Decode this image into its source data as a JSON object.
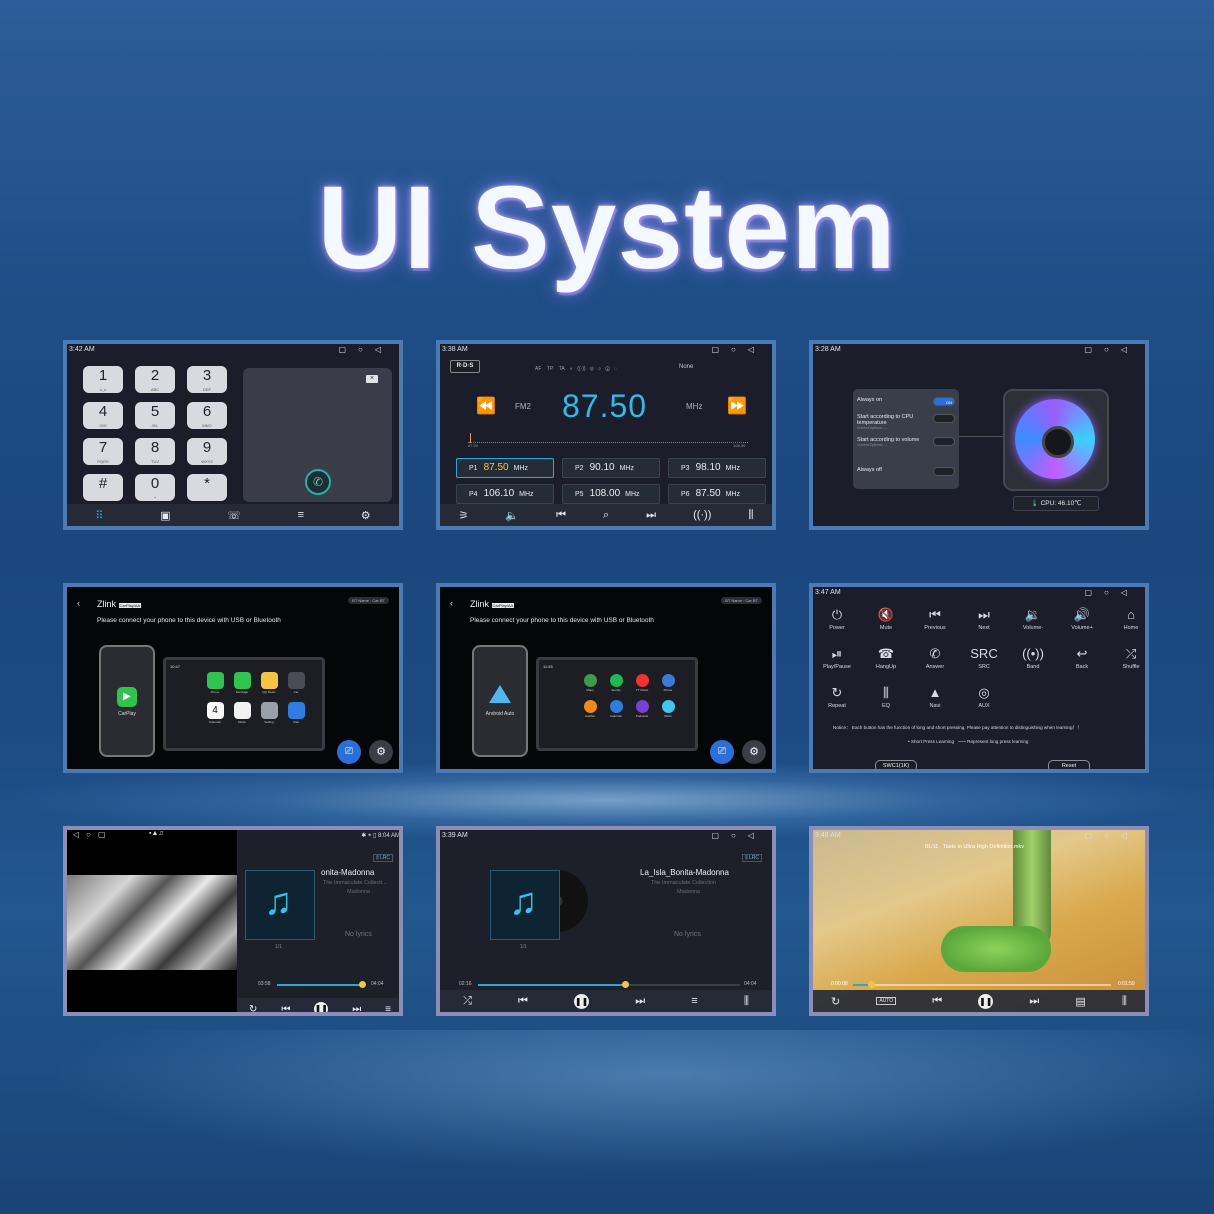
{
  "page_title": "UI System",
  "dialer": {
    "time": "3:42 AM",
    "keys": [
      {
        "num": "1",
        "sub": "o_o"
      },
      {
        "num": "2",
        "sub": "ABC"
      },
      {
        "num": "3",
        "sub": "DEF"
      },
      {
        "num": "4",
        "sub": "GHI"
      },
      {
        "num": "5",
        "sub": "JKL"
      },
      {
        "num": "6",
        "sub": "MNO"
      },
      {
        "num": "7",
        "sub": "PQRS"
      },
      {
        "num": "8",
        "sub": "TUV"
      },
      {
        "num": "9",
        "sub": "WXYZ"
      },
      {
        "num": "#",
        "sub": ""
      },
      {
        "num": "0",
        "sub": "+"
      },
      {
        "num": "*",
        "sub": ""
      }
    ],
    "nav_icons": [
      "dialpad-icon",
      "contacts-icon",
      "call-log-icon",
      "music-list-icon",
      "settings-icon"
    ]
  },
  "radio": {
    "time": "3:38 AM",
    "rds": "R·D·S",
    "flags": [
      "AF",
      "TP",
      "TA"
    ],
    "pty": "None",
    "band": "FM2",
    "frequency": "87.50",
    "unit": "MHz",
    "scale_min": "87.50",
    "scale_max": "108.00",
    "presets": [
      {
        "p": "P1",
        "f": "87.50",
        "u": "MHz",
        "active": true
      },
      {
        "p": "P2",
        "f": "90.10",
        "u": "MHz",
        "active": false
      },
      {
        "p": "P3",
        "f": "98.10",
        "u": "MHz",
        "active": false
      },
      {
        "p": "P4",
        "f": "106.10",
        "u": "MHz",
        "active": false
      },
      {
        "p": "P5",
        "f": "108.00",
        "u": "MHz",
        "active": false
      },
      {
        "p": "P6",
        "f": "87.50",
        "u": "MHz",
        "active": false
      }
    ]
  },
  "fan": {
    "time": "3:28 AM",
    "options": [
      {
        "label": "Always on",
        "sub": "",
        "on": true,
        "toggle_text": "ON"
      },
      {
        "label": "Start according to CPU temperature",
        "sub": "Current Options: ---",
        "on": false,
        "toggle_text": ""
      },
      {
        "label": "Start according to volume",
        "sub": "Current Options: ---",
        "on": false,
        "toggle_text": ""
      },
      {
        "label": "Always off",
        "sub": "",
        "on": false,
        "toggle_text": ""
      }
    ],
    "cpu": "CPU: 46.10℃"
  },
  "carplay": {
    "brand": "Zlink",
    "tag": "CarPlay/AA",
    "pills": "BT Name : Car BT",
    "prompt": "Please connect your phone to this device with USB or Bluetooth",
    "app_label": "CarPlay",
    "head_time": "10:47",
    "apps": [
      "Phone",
      "Message",
      "QQ Music",
      "Car",
      "Calendar",
      "Music",
      "Setting",
      "Mail"
    ],
    "calendar_day": "4"
  },
  "androidauto": {
    "brand": "Zlink",
    "tag": "CarPlay/AA",
    "pills": "BT Name : Car BT",
    "prompt": "Please connect your phone to this device with USB or Bluetooth",
    "app_label": "Android Auto",
    "head_time": "11:55",
    "apps": [
      "Maps",
      "Spotify",
      "YT Music",
      "Phone",
      "Audible",
      "Calendar",
      "Podcasts",
      "Waze"
    ]
  },
  "swc": {
    "time": "3:47 AM",
    "buttons": [
      {
        "icon": "⏻",
        "label": "Power"
      },
      {
        "icon": "🔇",
        "label": "Mute"
      },
      {
        "icon": "⏮",
        "label": "Previous"
      },
      {
        "icon": "⏭",
        "label": "Next"
      },
      {
        "icon": "🔉",
        "label": "Volume-"
      },
      {
        "icon": "🔊",
        "label": "Volume+"
      },
      {
        "icon": "⌂",
        "label": "Home"
      },
      {
        "icon": "⏯",
        "label": "Play/Pause"
      },
      {
        "icon": "☎",
        "label": "HangUp"
      },
      {
        "icon": "✆",
        "label": "Answer"
      },
      {
        "icon": "SRC",
        "label": "SRC"
      },
      {
        "icon": "((•))",
        "label": "Band"
      },
      {
        "icon": "↩",
        "label": "Back"
      },
      {
        "icon": "⤮",
        "label": "Shuffle"
      },
      {
        "icon": "↻",
        "label": "Repeat"
      },
      {
        "icon": "⫼",
        "label": "EQ"
      },
      {
        "icon": "▲",
        "label": "Navi"
      },
      {
        "icon": "◎",
        "label": "AUX"
      }
    ],
    "notice": "Notice： Each button has the function of long and short pressing. Please pay attention to distinguishing when learning！！",
    "legend_short": "Short Press Learning",
    "legend_long": "Represent long press learning",
    "select": "SWC1(1K)",
    "reset": "Reset"
  },
  "music_split": {
    "time": "8:04 AM",
    "title": "onita-Madonna",
    "album": "The Immaculate Collecti...",
    "artist": "Madonna",
    "lyrics": "No lyrics",
    "lrc": "LRC",
    "count": "1/1",
    "elapsed": "03:58",
    "total": "04:04",
    "progress": 0.97
  },
  "music_full": {
    "time": "3:39 AM",
    "title": "La_Isla_Bonita-Madonna",
    "album": "The Immaculate Collection",
    "artist": "Madonna",
    "lyrics": "No lyrics",
    "lrc": "LRC",
    "count": "1/1",
    "elapsed": "02:16",
    "total": "04:04",
    "progress": 0.56
  },
  "video": {
    "time": "3:48 AM",
    "counter": "01/11",
    "filename": "Taste in Ultra High Definition.mkv",
    "elapsed": "0:00:08",
    "total": "0:01:59",
    "progress": 0.07,
    "auto": "AUTO"
  },
  "colors": {
    "accent": "#2aa7d8",
    "frame": "#4a7bb5",
    "title_glow": "#a89cff",
    "fan_glow": "#9b5cff"
  }
}
